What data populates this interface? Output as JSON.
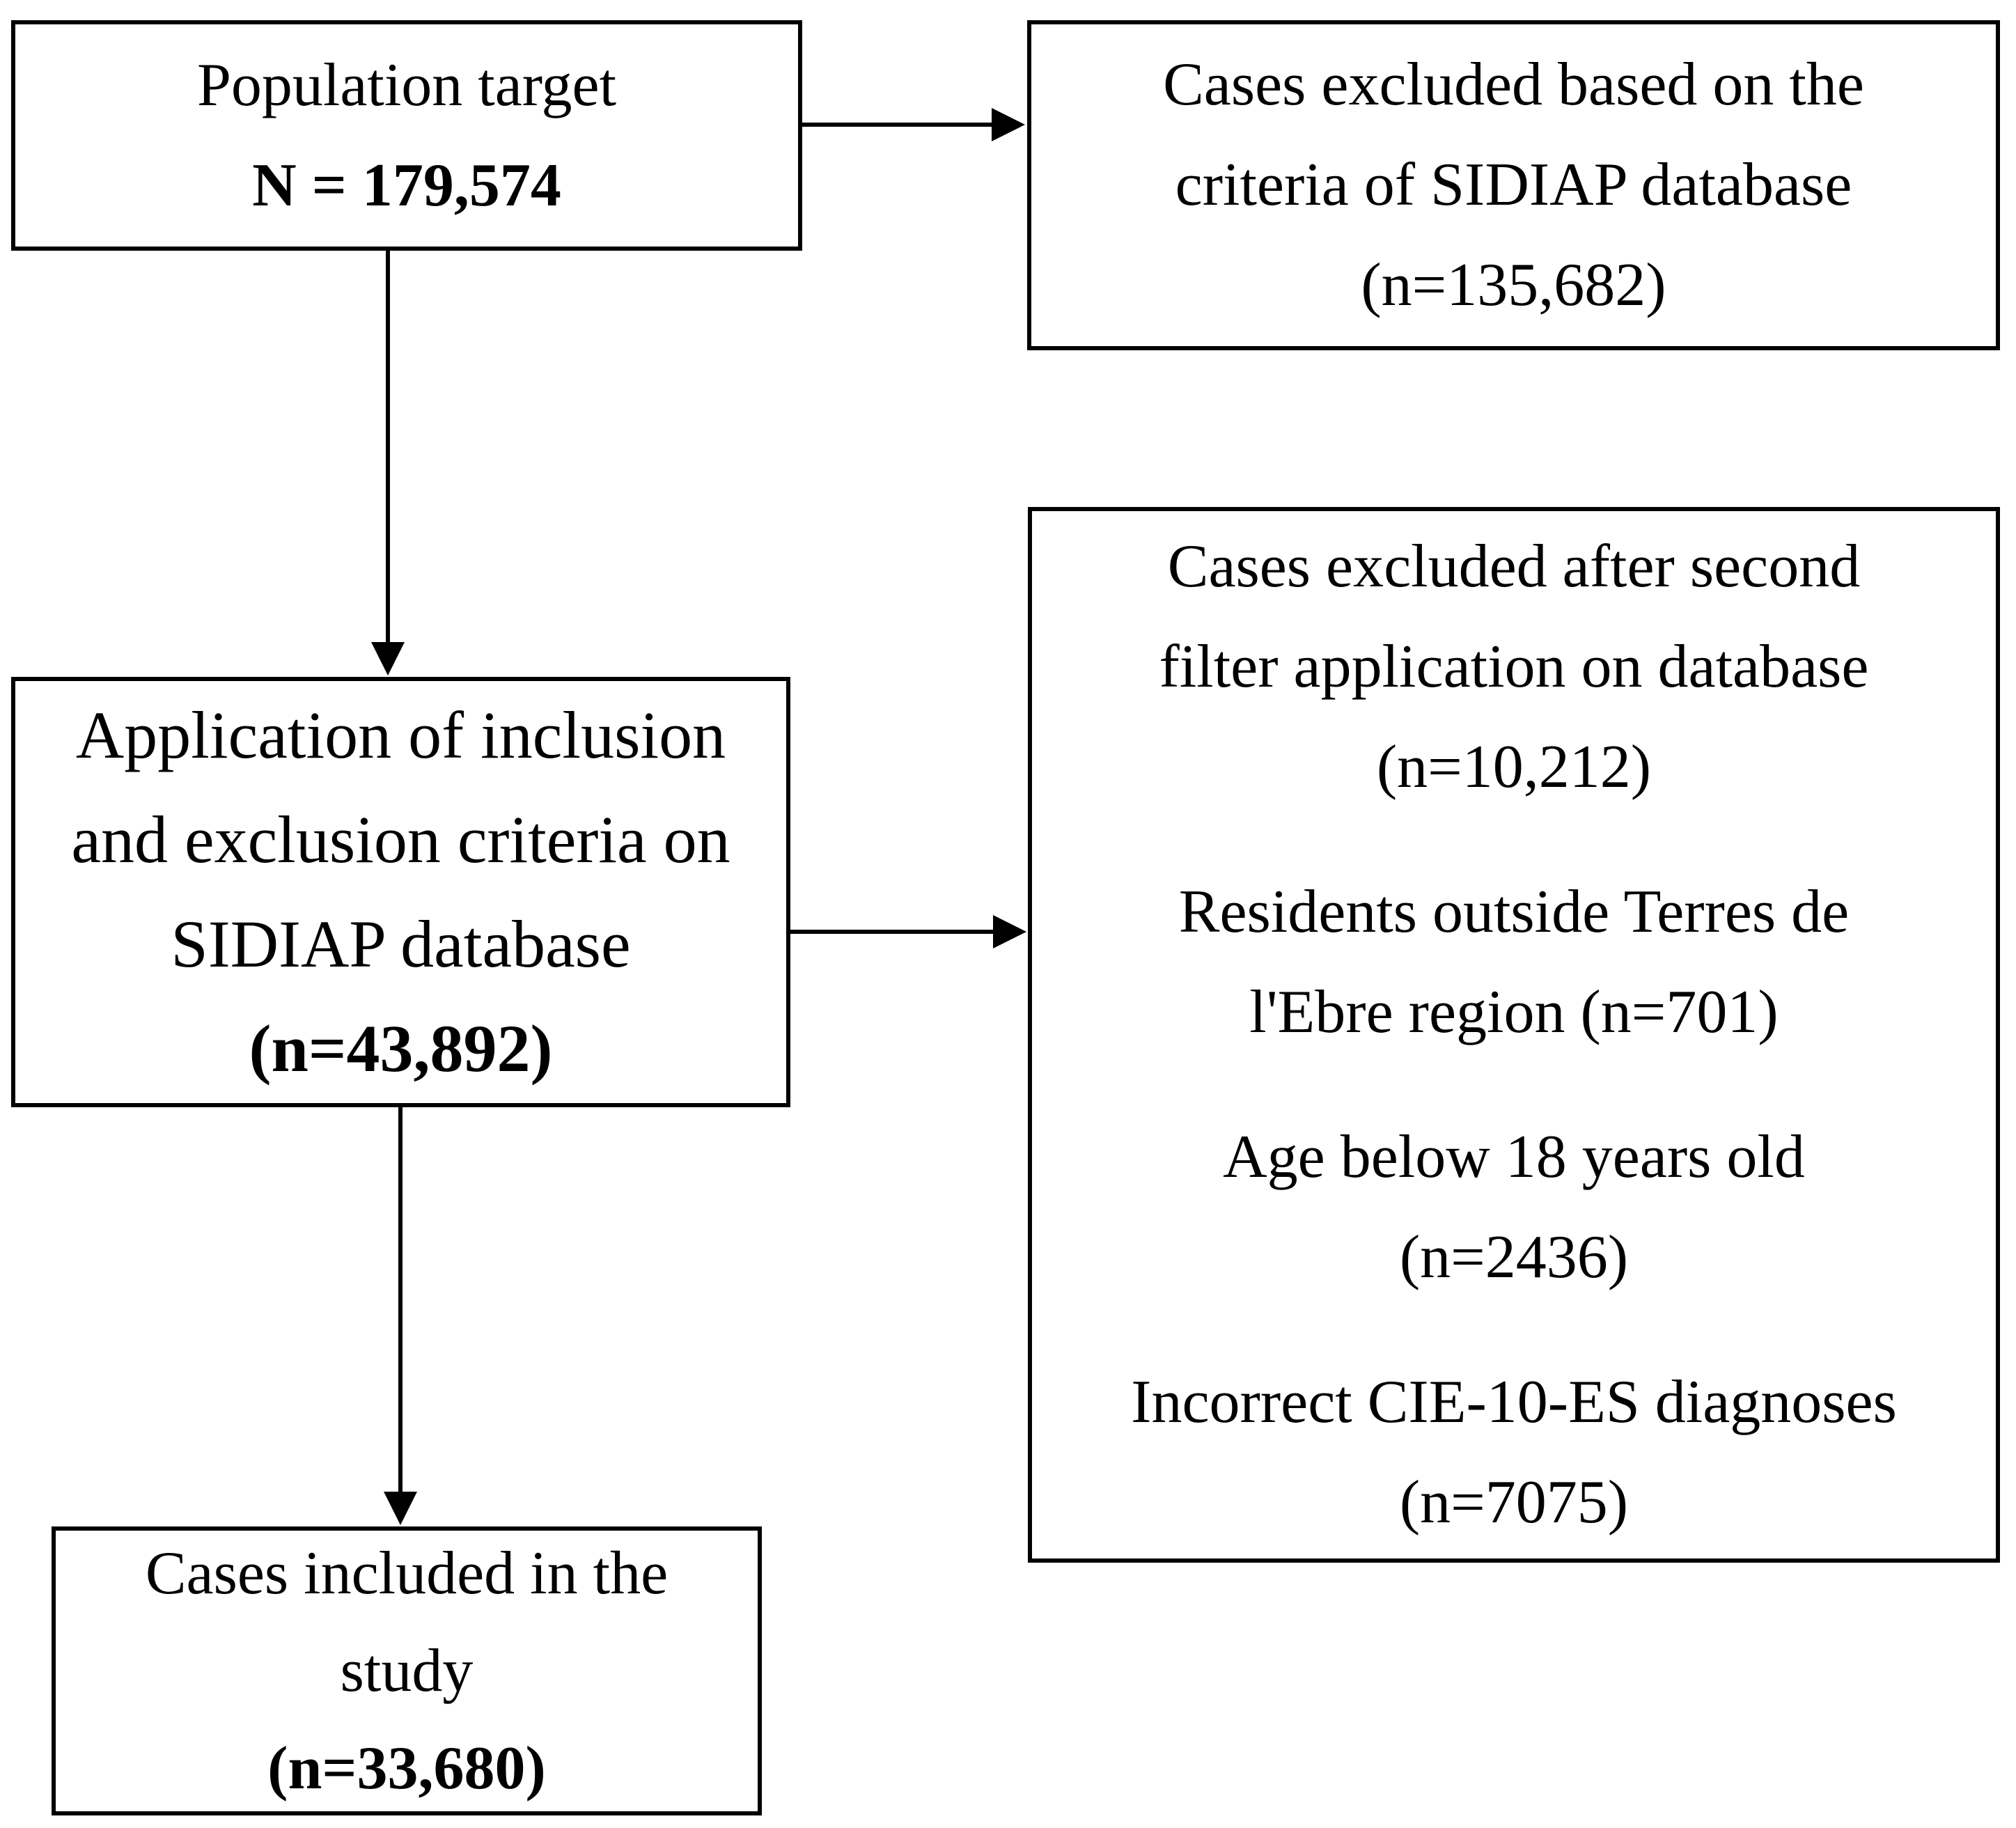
{
  "figure": {
    "type": "flowchart",
    "background_color": "#ffffff",
    "line_color": "#000000"
  },
  "boxes": {
    "population_target": {
      "line1": "Population target",
      "line2": "N = 179,574"
    },
    "excluded_sidiap_criteria": {
      "line1": "Cases excluded based on the",
      "line2": "criteria of SIDIAP database",
      "line3": "(n=135,682)"
    },
    "inclusion_exclusion": {
      "line1": "Application of inclusion",
      "line2": "and exclusion criteria on",
      "line3": "SIDIAP database",
      "line4": "(n=43,892)"
    },
    "excluded_second_filter": {
      "para1": {
        "line1": "Cases excluded after second",
        "line2": "filter application on database",
        "line3": "(n=10,212)"
      },
      "para2": {
        "line1": "Residents outside Terres de",
        "line2": "l'Ebre region (n=701)"
      },
      "para3": {
        "line1": "Age below 18 years old",
        "line2": "(n=2436)"
      },
      "para4": {
        "line1": "Incorrect CIE-10-ES diagnoses",
        "line2": "(n=7075)"
      }
    },
    "included_in_study": {
      "line1": "Cases included in the",
      "line2": "study",
      "line3": "(n=33,680)"
    }
  },
  "connections": [
    {
      "from": "population_target",
      "to": "excluded_sidiap_criteria",
      "direction": "right"
    },
    {
      "from": "population_target",
      "to": "inclusion_exclusion",
      "direction": "down"
    },
    {
      "from": "inclusion_exclusion",
      "to": "excluded_second_filter",
      "direction": "right"
    },
    {
      "from": "inclusion_exclusion",
      "to": "included_in_study",
      "direction": "down"
    }
  ]
}
